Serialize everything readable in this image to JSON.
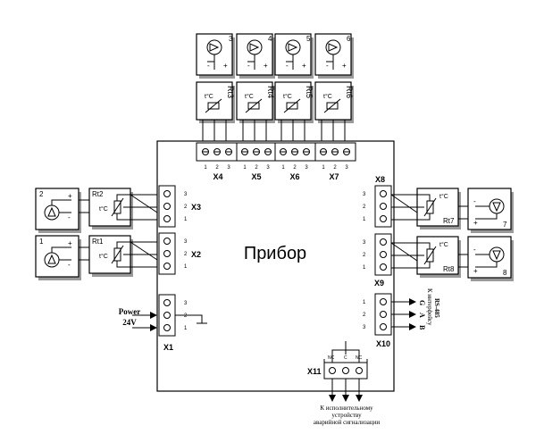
{
  "device": {
    "title": "Прибор"
  },
  "connectors": {
    "X1": "X1",
    "X2": "X2",
    "X3": "X3",
    "X4": "X4",
    "X5": "X5",
    "X6": "X6",
    "X7": "X7",
    "X8": "X8",
    "X9": "X9",
    "X10": "X10",
    "X11": "X11"
  },
  "pins": {
    "p1": "1",
    "p2": "2",
    "p3": "3"
  },
  "sensors": {
    "s1": "1",
    "s2": "2",
    "s3": "3",
    "s4": "4",
    "s5": "5",
    "s6": "6",
    "s7": "7",
    "s8": "8",
    "plus": "+",
    "minus": "-"
  },
  "rtd": {
    "rt1": "Rt1",
    "rt2": "Rt2",
    "rt3": "Rt3",
    "rt4": "Rt4",
    "rt5": "Rt5",
    "rt6": "Rt6",
    "rt7": "Rt7",
    "rt8": "Rt8",
    "temp_unit": "t°C"
  },
  "power": {
    "line1": "Power",
    "line2": "24V"
  },
  "rs485": {
    "G": "G",
    "A": "A",
    "B": "B",
    "line1": "К интерфейсу",
    "line2": "RS-485"
  },
  "relay": {
    "nc1": "NC",
    "c": "C",
    "nc2": "NC",
    "caption1": "К исполнительному",
    "caption2": "устройству",
    "caption3": "аварийной сигнализации"
  }
}
